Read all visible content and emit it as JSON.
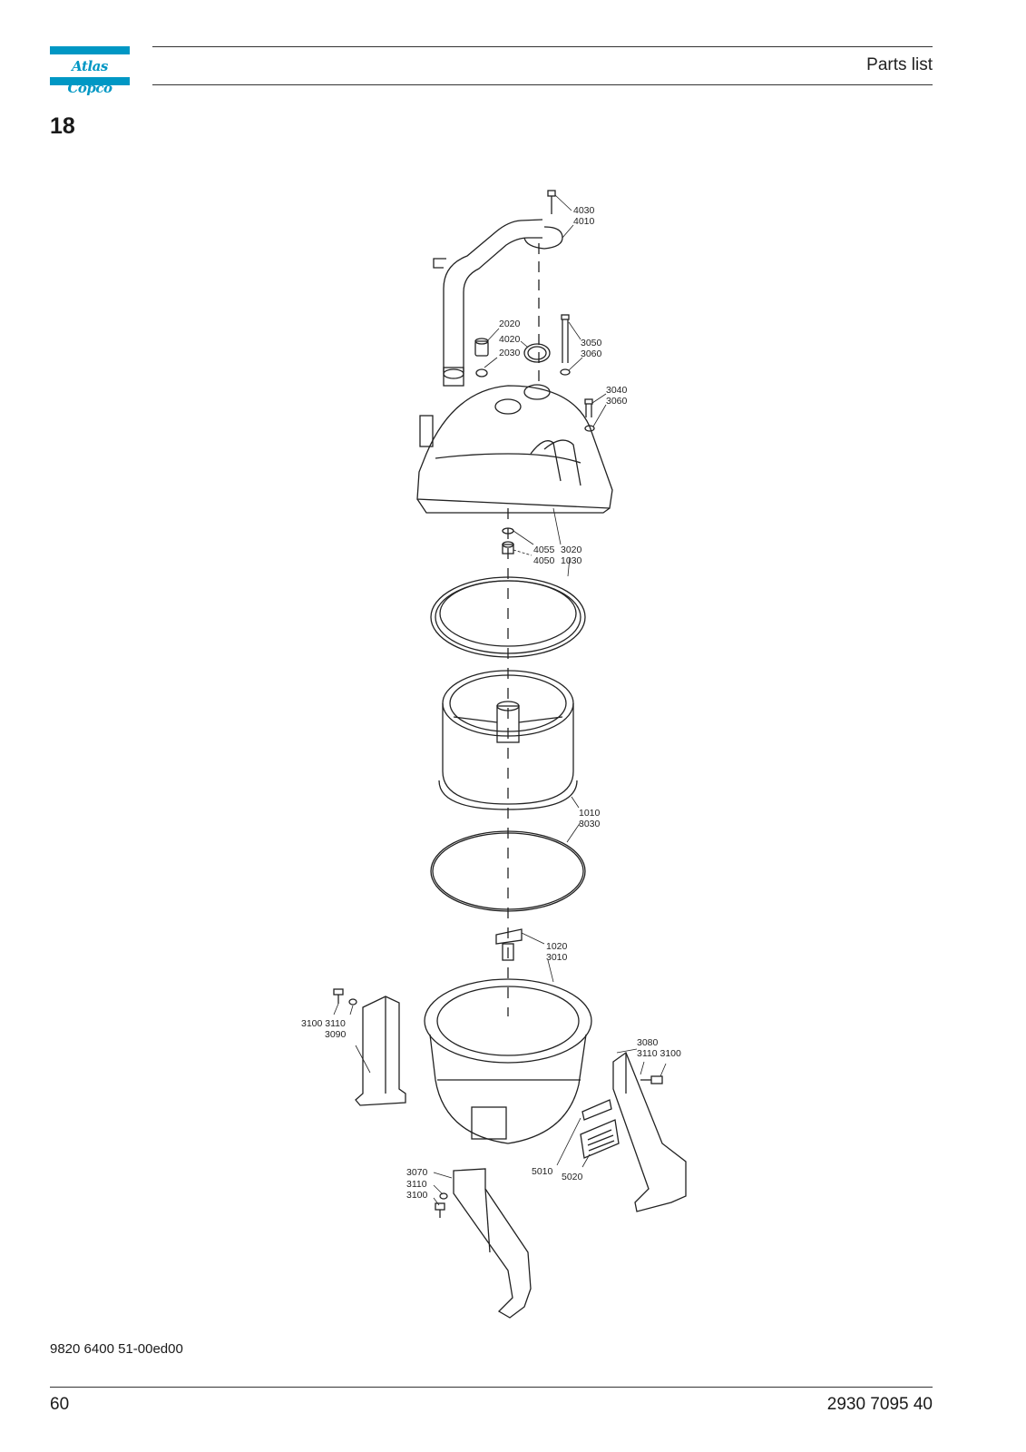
{
  "header": {
    "brand": "Atlas Copco",
    "title": "Parts list"
  },
  "section": {
    "number": "18"
  },
  "drawing": {
    "labels": [
      {
        "id": "l4030",
        "text": "4030"
      },
      {
        "id": "l4010",
        "text": "4010"
      },
      {
        "id": "l2020",
        "text": "2020"
      },
      {
        "id": "l4020",
        "text": "4020"
      },
      {
        "id": "l2030",
        "text": "2030"
      },
      {
        "id": "l3050",
        "text": "3050"
      },
      {
        "id": "l3060a",
        "text": "3060"
      },
      {
        "id": "l3040",
        "text": "3040"
      },
      {
        "id": "l3060b",
        "text": "3060"
      },
      {
        "id": "l4055",
        "text": "4055"
      },
      {
        "id": "l3020",
        "text": "3020"
      },
      {
        "id": "l4050",
        "text": "4050"
      },
      {
        "id": "l1030",
        "text": "1030"
      },
      {
        "id": "l1010",
        "text": "1010"
      },
      {
        "id": "l3030",
        "text": "3030"
      },
      {
        "id": "l1020",
        "text": "1020"
      },
      {
        "id": "l3010",
        "text": "3010"
      },
      {
        "id": "l3100a",
        "text": "3100 3110"
      },
      {
        "id": "l3090",
        "text": "3090"
      },
      {
        "id": "l3080",
        "text": "3080"
      },
      {
        "id": "l3110b",
        "text": "3110 3100"
      },
      {
        "id": "l5010",
        "text": "5010"
      },
      {
        "id": "l5020",
        "text": "5020"
      },
      {
        "id": "l3070",
        "text": "3070"
      },
      {
        "id": "l3110c",
        "text": "3110"
      },
      {
        "id": "l3100c",
        "text": "3100"
      }
    ]
  },
  "footer": {
    "doc_code": "9820 6400 51-00ed00",
    "page_number": "60",
    "doc_number": "2930 7095 40"
  }
}
